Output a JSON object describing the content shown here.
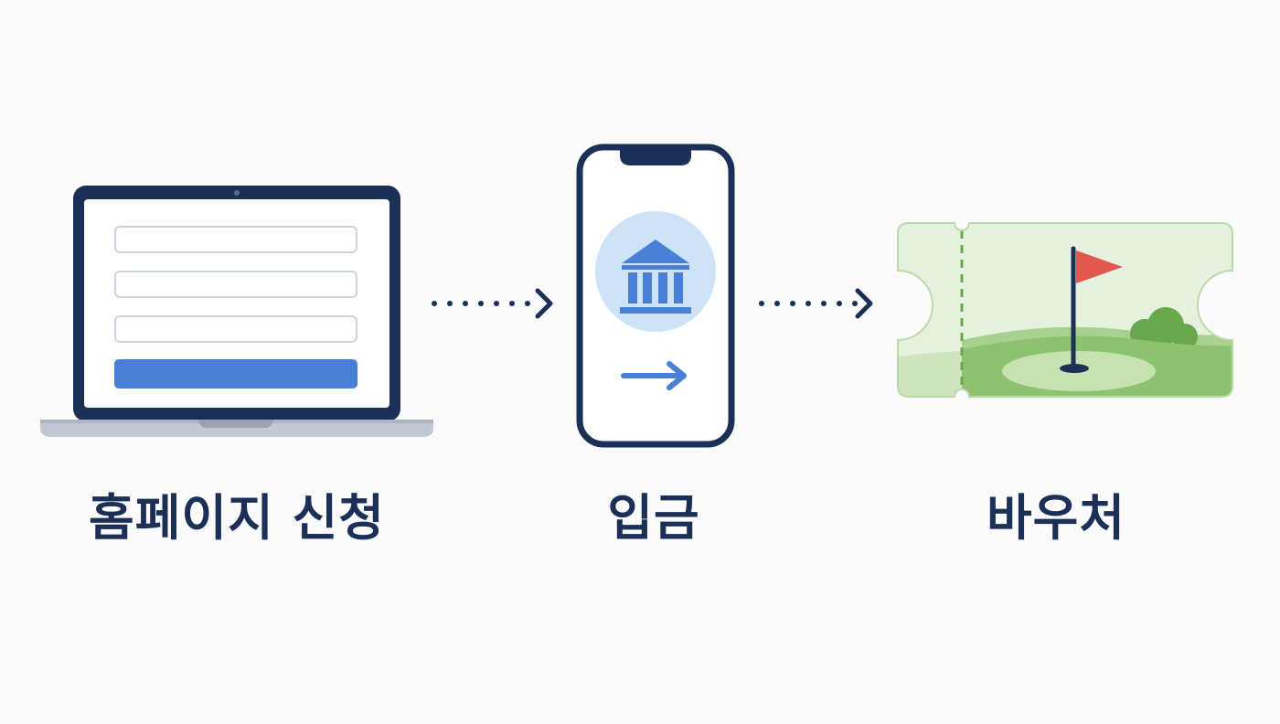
{
  "steps": [
    {
      "label": "홈페이지 신청",
      "icon": "laptop-form-icon"
    },
    {
      "label": "입금",
      "icon": "phone-bank-transfer-icon"
    },
    {
      "label": "바우처",
      "icon": "golf-voucher-ticket-icon"
    }
  ],
  "connectors": [
    "dotted-arrow-icon",
    "dotted-arrow-icon"
  ],
  "colors": {
    "navy": "#1b2f57",
    "accent_blue": "#4a7fd6",
    "light_blue": "#cfe3f7",
    "ticket_green": "#e3f0dc",
    "grass_green": "#8cc270",
    "flag_red": "#e2584f"
  }
}
